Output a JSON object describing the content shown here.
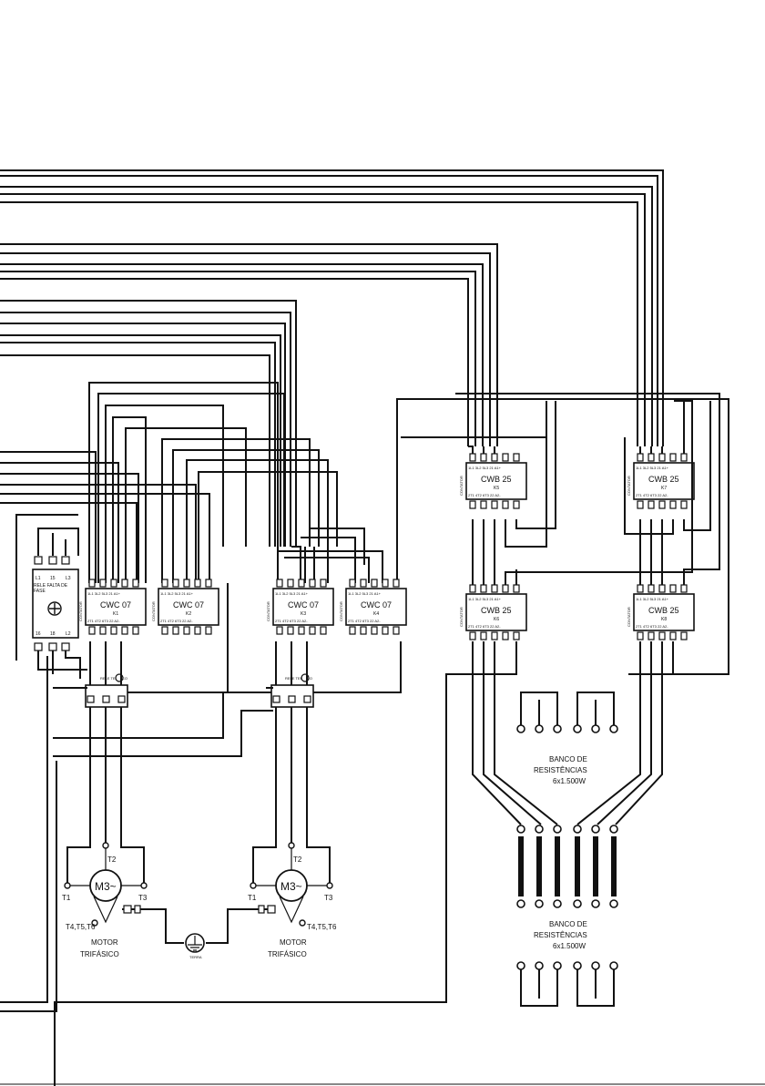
{
  "colors": {
    "line": "#111111",
    "background": "#ffffff"
  },
  "contactors": [
    {
      "model": "CWC 07",
      "tag": "K1"
    },
    {
      "model": "CWC 07",
      "tag": "K2"
    },
    {
      "model": "CWC 07",
      "tag": "K3"
    },
    {
      "model": "CWC 07",
      "tag": "K4"
    },
    {
      "model": "CWB 25",
      "tag": "K5"
    },
    {
      "model": "CWB 25",
      "tag": "K6"
    },
    {
      "model": "CWB 25",
      "tag": "K7"
    },
    {
      "model": "CWB 25",
      "tag": "K8"
    }
  ],
  "contactor_side_label": "CONTATOR",
  "contactor_top_terminals": [
    "1L1",
    "3L2",
    "5L3",
    "21",
    "A1+"
  ],
  "contactor_bottom_terminals": [
    "2T1",
    "4T2",
    "6T3",
    "22",
    "A2-"
  ],
  "phase_relay": {
    "label": "RELE FALTA DE FASE",
    "top_terminals": [
      "L1",
      "15",
      "L3"
    ],
    "bottom_terminals": [
      "16",
      "18",
      "L2"
    ]
  },
  "thermal_relays": [
    {
      "label": "RELE TERMICO"
    },
    {
      "label": "RELE TERMICO"
    }
  ],
  "motors": [
    {
      "symbol": "M3~",
      "t1": "T1",
      "t2": "T2",
      "t3": "T3",
      "star": "T4,T5,T6",
      "caption_line1": "MOTOR",
      "caption_line2": "TRIFÁSICO"
    },
    {
      "symbol": "M3~",
      "t1": "T1",
      "t2": "T2",
      "t3": "T3",
      "star": "T4,T5,T6",
      "caption_line1": "MOTOR",
      "caption_line2": "TRIFÁSICO"
    }
  ],
  "ground_label": "TERRA",
  "resistor_banks": [
    {
      "line1": "BANCO DE",
      "line2": "RESISTÊNCIAS",
      "line3": "6x1.500W"
    },
    {
      "line1": "BANCO DE",
      "line2": "RESISTÊNCIAS",
      "line3": "6x1.500W"
    }
  ],
  "icons": {
    "ground": "ground-symbol-icon",
    "relay_dial": "dial-icon"
  }
}
